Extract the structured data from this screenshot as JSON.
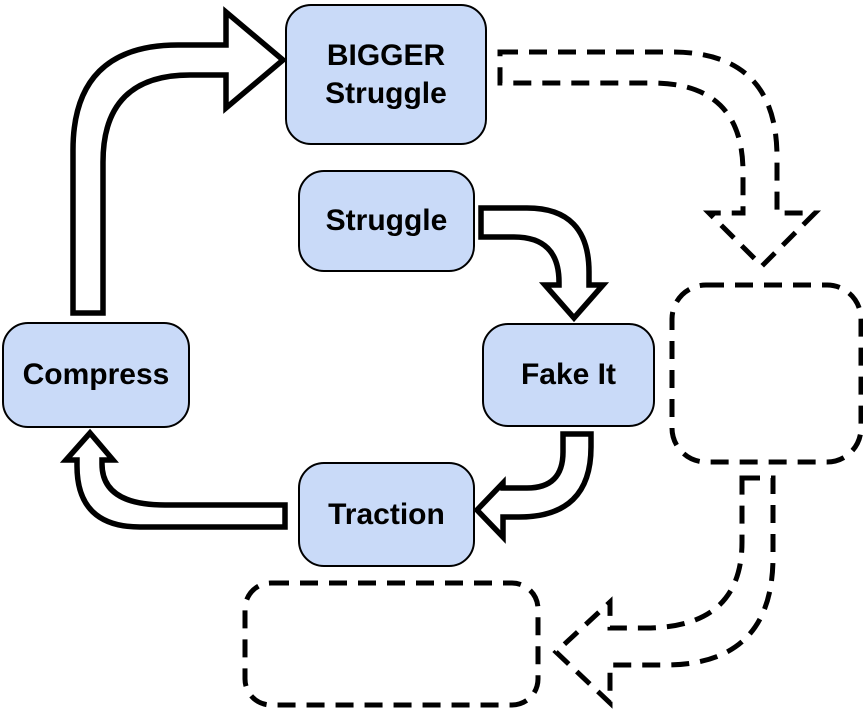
{
  "diagram": {
    "background_color": "#ffffff",
    "node_fill_color": "#c9daf8",
    "node_border_color": "#000000",
    "nodes": {
      "bigger_struggle": {
        "line1": "BIGGER",
        "line2": "Struggle"
      },
      "struggle": {
        "label": "Struggle"
      },
      "fake_it": {
        "label": "Fake It"
      },
      "compress": {
        "label": "Compress"
      },
      "traction": {
        "label": "Traction"
      },
      "placeholder_right": {
        "label": ""
      },
      "placeholder_bottom": {
        "label": ""
      }
    },
    "edges": [
      {
        "from": "compress",
        "to": "bigger_struggle",
        "style": "solid"
      },
      {
        "from": "struggle",
        "to": "fake_it",
        "style": "solid"
      },
      {
        "from": "fake_it",
        "to": "traction",
        "style": "solid"
      },
      {
        "from": "traction",
        "to": "compress",
        "style": "solid"
      },
      {
        "from": "bigger_struggle",
        "to": "placeholder_right",
        "style": "dashed"
      },
      {
        "from": "placeholder_right",
        "to": "placeholder_bottom",
        "style": "dashed"
      }
    ]
  }
}
